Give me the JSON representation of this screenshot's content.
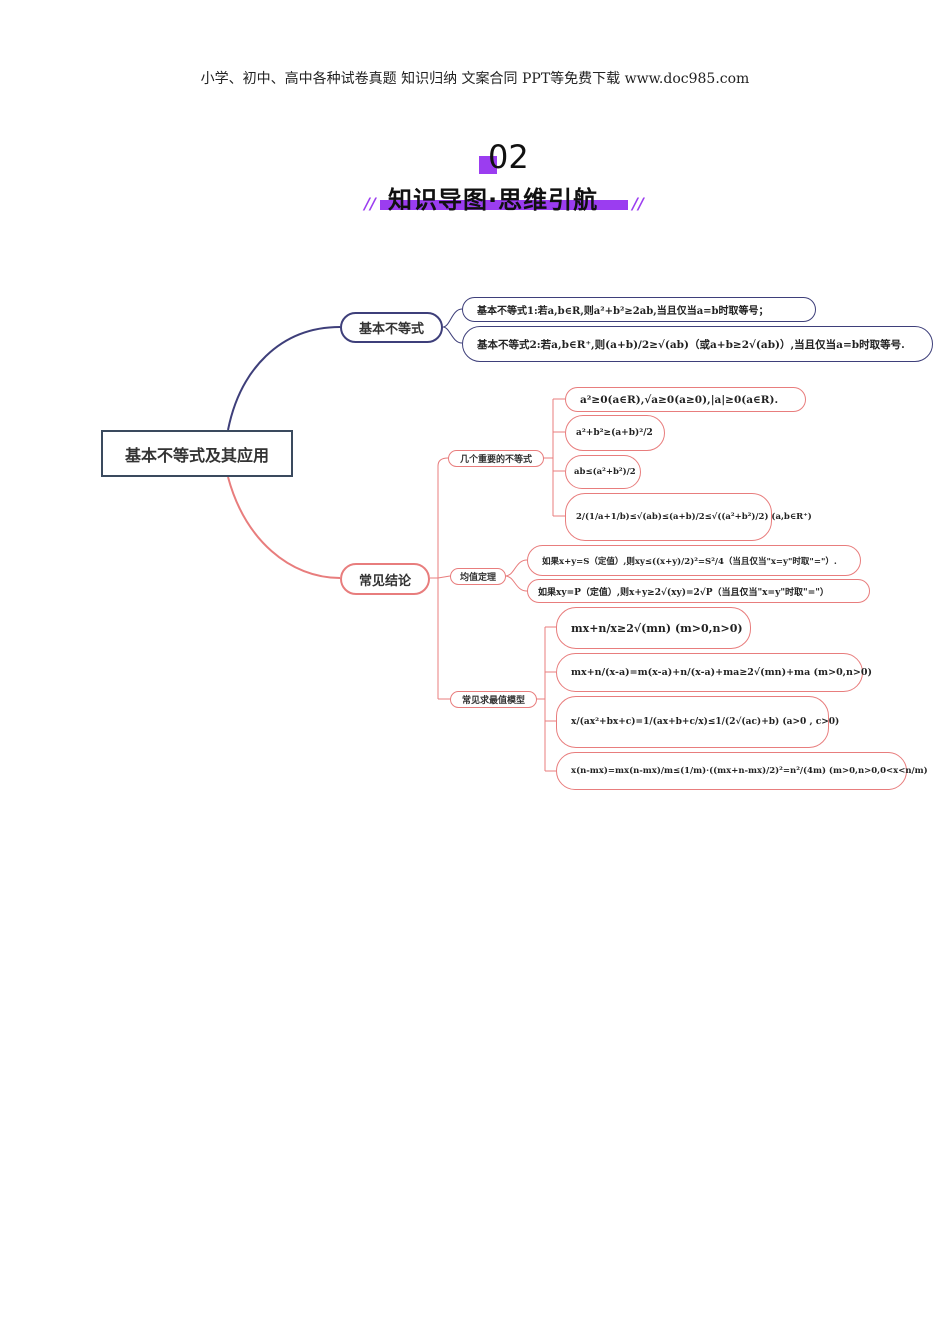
{
  "header": "小学、初中、高中各种试卷真题  知识归纳  文案合同  PPT等免费下载      www.doc985.com",
  "section": {
    "number": "02",
    "title": "知识导图·思维引航",
    "deco": "//"
  },
  "mindmap": {
    "root": "基本不等式及其应用",
    "branch1": {
      "label": "基本不等式",
      "leaves": [
        "基本不等式1:若a,b∈R,则a²+b²≥2ab,当且仅当a=b时取等号；",
        "基本不等式2:若a,b∈R⁺,则(a+b)/2≥√(ab)（或a+b≥2√(ab)）,当且仅当a=b时取等号."
      ]
    },
    "branch2": {
      "label": "常见结论",
      "groups": [
        {
          "label": "几个重要的不等式",
          "leaves": [
            "a²≥0(a∈R),√a≥0(a≥0),|a|≥0(a∈R).",
            "a²+b²≥(a+b)²/2",
            "ab≤(a²+b²)/2",
            "2/(1/a+1/b)≤√(ab)≤(a+b)/2≤√((a²+b²)/2) (a,b∈R⁺)"
          ]
        },
        {
          "label": "均值定理",
          "leaves": [
            "如果x+y=S（定值）,则xy≤((x+y)/2)²=S²/4（当且仅当\"x=y\"时取\"=\"）.",
            "如果xy=P（定值）,则x+y≥2√(xy)=2√P（当且仅当\"x=y\"时取\"=\"）"
          ]
        },
        {
          "label": "常见求最值模型",
          "leaves": [
            "mx+n/x≥2√(mn) (m>0,n>0)",
            "mx+n/(x-a)=m(x-a)+n/(x-a)+ma≥2√(mn)+ma (m>0,n>0)",
            "x/(ax²+bx+c)=1/(ax+b+c/x)≤1/(2√(ac)+b) (a>0 , c>0)",
            "x(n-mx)=mx(n-mx)/m≤(1/m)·((mx+n-mx)/2)²=n²/(4m) (m>0,n>0,0<x<n/m)"
          ]
        }
      ]
    },
    "colors": {
      "branch1": "#3e3f7a",
      "branch2": "#e87d7d",
      "accent": "#9b3df0"
    }
  }
}
